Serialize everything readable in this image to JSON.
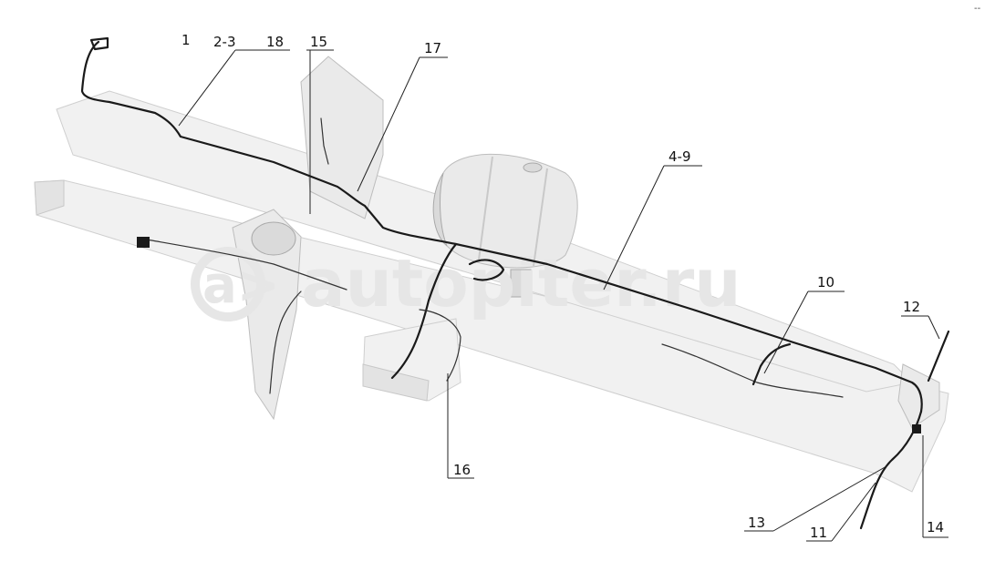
{
  "watermark": {
    "logo_text": "a>",
    "site_text": "autopiter.ru"
  },
  "corner_mark": "--",
  "callouts": [
    {
      "id": "1",
      "text": "1"
    },
    {
      "id": "2-3",
      "text": "2-3"
    },
    {
      "id": "18",
      "text": "18"
    },
    {
      "id": "15",
      "text": "15"
    },
    {
      "id": "17",
      "text": "17"
    },
    {
      "id": "4-9",
      "text": "4-9"
    },
    {
      "id": "10",
      "text": "10"
    },
    {
      "id": "12",
      "text": "12"
    },
    {
      "id": "16",
      "text": "16"
    },
    {
      "id": "13",
      "text": "13"
    },
    {
      "id": "11",
      "text": "11"
    },
    {
      "id": "14",
      "text": "14"
    }
  ],
  "colors": {
    "harness": "#1a1a1a",
    "frame": "#f1f1f1",
    "watermark": "#e6e6e6"
  }
}
